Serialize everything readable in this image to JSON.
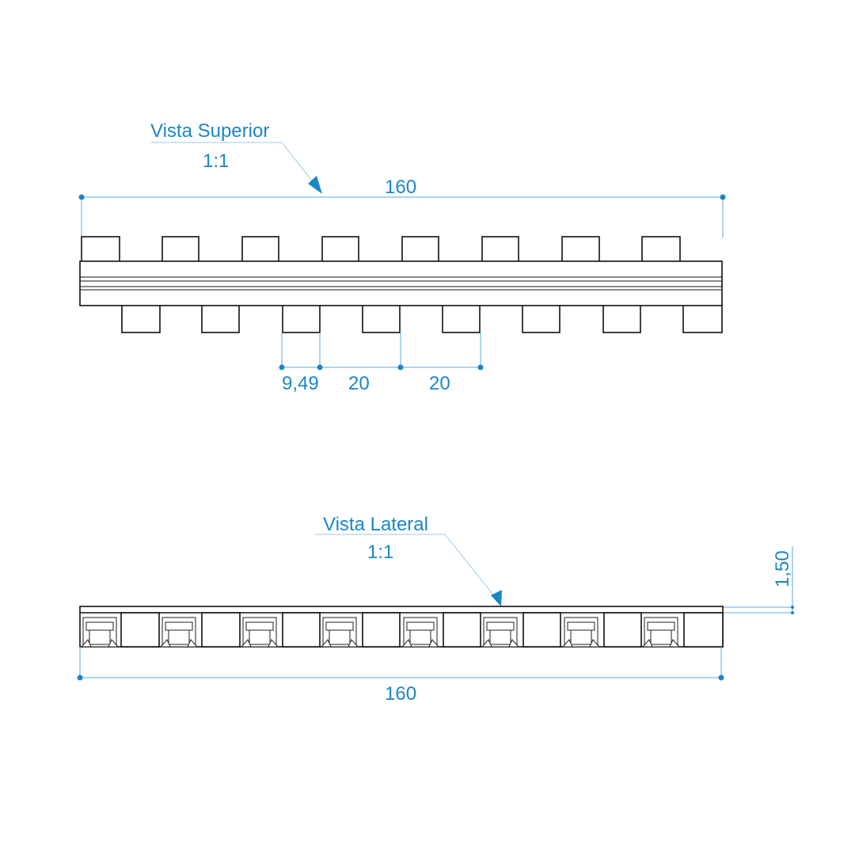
{
  "top_view": {
    "title": "Vista Superior",
    "scale": "1:1",
    "overall_width": "160",
    "tooth_width": "9,49",
    "pitch_1": "20",
    "pitch_2": "20"
  },
  "side_view": {
    "title": "Vista Lateral",
    "scale": "1:1",
    "overall_width": "160",
    "thickness": "1,50"
  },
  "colors": {
    "annotation": "#1a86c6",
    "dimension_line": "#5aaadc",
    "part_outline": "#111111"
  }
}
